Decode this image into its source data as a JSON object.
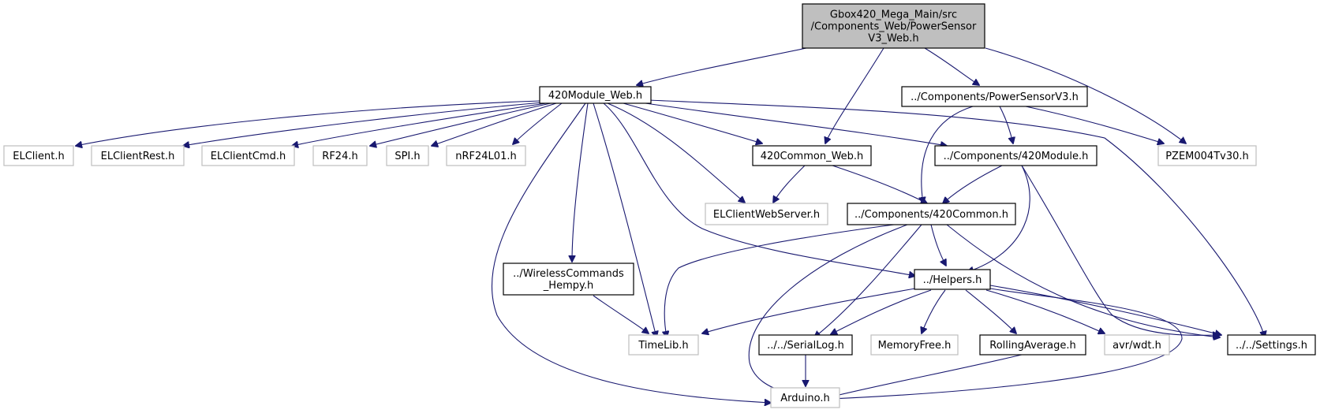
{
  "colors": {
    "edge": "#191970",
    "root_fill": "#bfbfbf",
    "local_border": "#000000",
    "external_border": "#bfbfbf"
  },
  "nodes": {
    "root": {
      "lines": [
        "Gbox420_Mega_Main/src",
        "/Components_Web/PowerSensor",
        "V3_Web.h"
      ],
      "kind": "root"
    },
    "module_web": {
      "lines": [
        "420Module_Web.h"
      ],
      "kind": "local"
    },
    "power_sensor": {
      "lines": [
        "../Components/PowerSensorV3.h"
      ],
      "kind": "local"
    },
    "elclient": {
      "lines": [
        "ELClient.h"
      ],
      "kind": "ext"
    },
    "elclientrest": {
      "lines": [
        "ELClientRest.h"
      ],
      "kind": "ext"
    },
    "elclientcmd": {
      "lines": [
        "ELClientCmd.h"
      ],
      "kind": "ext"
    },
    "rf24": {
      "lines": [
        "RF24.h"
      ],
      "kind": "ext"
    },
    "spi": {
      "lines": [
        "SPI.h"
      ],
      "kind": "ext"
    },
    "nrf24": {
      "lines": [
        "nRF24L01.h"
      ],
      "kind": "ext"
    },
    "common_web": {
      "lines": [
        "420Common_Web.h"
      ],
      "kind": "local"
    },
    "module": {
      "lines": [
        "../Components/420Module.h"
      ],
      "kind": "local"
    },
    "pzem": {
      "lines": [
        "PZEM004Tv30.h"
      ],
      "kind": "ext"
    },
    "webserver": {
      "lines": [
        "ELClientWebServer.h"
      ],
      "kind": "ext"
    },
    "common": {
      "lines": [
        "../Components/420Common.h"
      ],
      "kind": "local"
    },
    "wireless": {
      "lines": [
        "../WirelessCommands",
        "_Hempy.h"
      ],
      "kind": "local"
    },
    "helpers": {
      "lines": [
        "../Helpers.h"
      ],
      "kind": "local"
    },
    "timelib": {
      "lines": [
        "TimeLib.h"
      ],
      "kind": "ext"
    },
    "seriallog": {
      "lines": [
        "../../SerialLog.h"
      ],
      "kind": "local"
    },
    "memfree": {
      "lines": [
        "MemoryFree.h"
      ],
      "kind": "ext"
    },
    "rolling": {
      "lines": [
        "RollingAverage.h"
      ],
      "kind": "local"
    },
    "wdt": {
      "lines": [
        "avr/wdt.h"
      ],
      "kind": "ext"
    },
    "settings": {
      "lines": [
        "../../Settings.h"
      ],
      "kind": "local"
    },
    "arduino": {
      "lines": [
        "Arduino.h"
      ],
      "kind": "ext"
    }
  }
}
